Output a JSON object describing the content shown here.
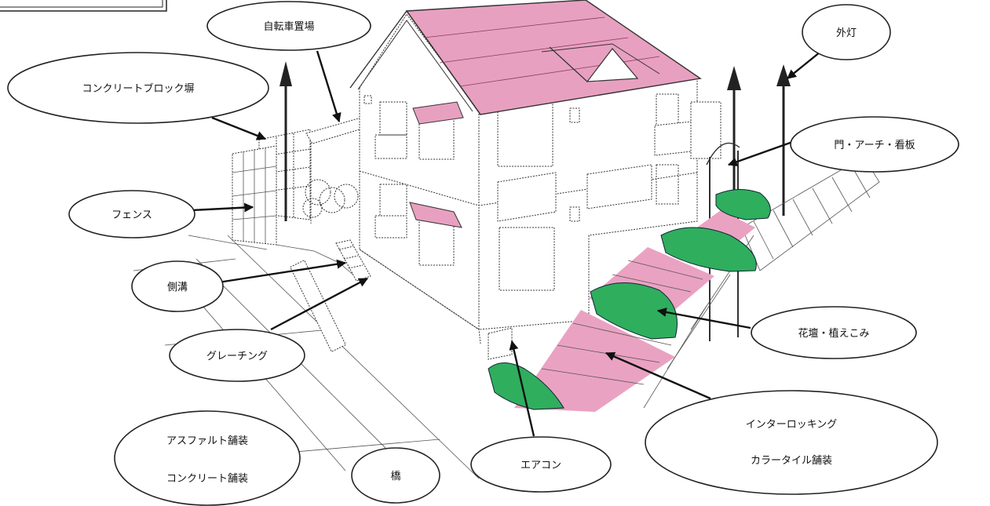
{
  "labels": {
    "bicycle_parking": "自転車置場",
    "outdoor_light": "外灯",
    "concrete_block_wall": "コンクリートブロック塀",
    "gate_arch_sign": "門・アーチ・看板",
    "fence": "フェンス",
    "side_ditch": "側溝",
    "grating": "グレーチング",
    "flowerbed": "花壇・植えこみ",
    "interlocking": "インターロッキング",
    "color_tile": "カラータイル舗装",
    "asphalt": "アスファルト舗装",
    "concrete": "コンクリート舗装",
    "bridge": "橋",
    "aircon": "エアコン"
  },
  "colors": {
    "roof_pink": "#e8a0c0",
    "paving_pink": "#eaa2c2",
    "shrub_green": "#2fae5e",
    "line": "#222222"
  }
}
